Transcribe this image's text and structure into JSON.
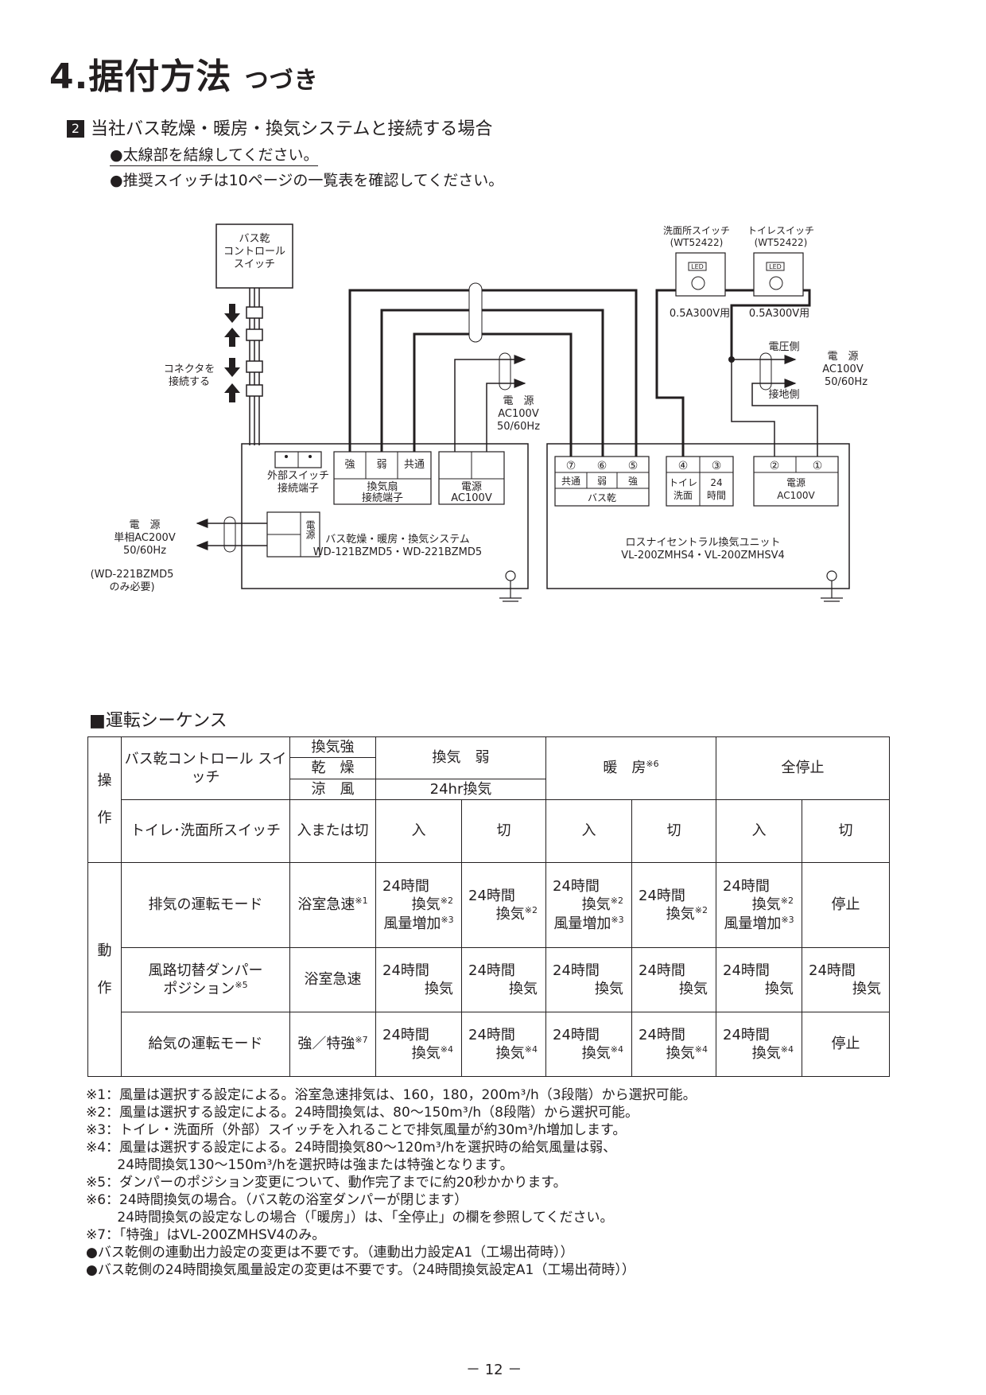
{
  "header": {
    "title": "4.据付方法",
    "title_sub": "つづき"
  },
  "section": {
    "number": "2",
    "heading": "当社バス乾燥・暖房・換気システムと接続する場合",
    "note_bold": "●太線部を結線してください。",
    "note_switch": "●推奨スイッチは10ページの一覧表を確認してください。"
  },
  "diagram": {
    "ctrl_switch_1": "バス乾",
    "ctrl_switch_2": "コントロール",
    "ctrl_switch_3": "スイッチ",
    "connector_1": "コネクタを",
    "connector_2": "接続する",
    "sw_washroom_name": "洗面所スイッチ",
    "sw_washroom_model": "(WT52422)",
    "sw_toilet_name": "トイレスイッチ",
    "sw_toilet_model": "(WT52422)",
    "led": "LED",
    "sw_rating": "0.5A300V用",
    "live_side": "電圧側",
    "ground_side": "接地側",
    "power_label": "電　源",
    "power_ac100": "AC100V",
    "power_hz": "50/60Hz",
    "power_single_200": "単相AC200V",
    "power_200_note_1": "(WD-221BZMD5",
    "power_200_note_2": "のみ必要)",
    "ext_switch_1": "外部スイッチ",
    "ext_switch_2": "接続端子",
    "t_strong": "強",
    "t_weak": "弱",
    "t_common": "共通",
    "fan_terminal_1": "換気扇",
    "fan_terminal_2": "接続端子",
    "power_block": "電源",
    "power_block_v": "AC100V",
    "power_vertical": "電源",
    "bath_system_name": "バス乾燥・暖房・換気システム",
    "bath_system_model": "WD-121BZMD5・WD-221BZMD5",
    "n7": "⑦",
    "n6": "⑥",
    "n5": "⑤",
    "n4": "④",
    "n3": "③",
    "n2": "②",
    "n1": "①",
    "bath_group": "バス乾",
    "toilet_wash_1": "トイレ",
    "toilet_wash_2": "洗面",
    "h24_1": "24",
    "h24_2": "時間",
    "unit_name": "ロスナイセントラル換気ユニット",
    "unit_model": "VL-200ZMHS4・VL-200ZMHSV4"
  },
  "sequence": {
    "title": "■運転シーケンス",
    "op_label_1": "操",
    "op_label_2": "作",
    "act_label_1": "動",
    "act_label_2": "作",
    "ctrl_switch": "バス乾コントロール スイッチ",
    "mode_strong": "換気強",
    "mode_dry": "乾　燥",
    "mode_cool": "涼　風",
    "mode_weak": "換気　弱",
    "mode_24h": "24hr換気",
    "mode_heat": "暖　房",
    "mode_heat_note": "※6",
    "mode_all_stop": "全停止",
    "toilet_switch": "トイレ･洗面所スイッチ",
    "on_or_off": "入または切",
    "on": "入",
    "off": "切",
    "exhaust_mode": "排気の運転モード",
    "damper_1": "風路切替ダンパー",
    "damper_2": "ポジション",
    "damper_note": "※5",
    "supply_mode": "給気の運転モード",
    "bath_rapid": "浴室急速",
    "note1": "※1",
    "h24": "24時間",
    "vent": "換気",
    "note2": "※2",
    "note3": "※3",
    "note4": "※4",
    "note7": "※7",
    "airflow_up": "風量増加",
    "stop": "停止",
    "strong_extra": "強／特強"
  },
  "footnotes": [
    "※1：風量は選択する設定による。浴室急速排気は、160，180，200m³/h（3段階）から選択可能。",
    "※2：風量は選択する設定による。24時間換気は、80～150m³/h（8段階）から選択可能。",
    "※3：トイレ・洗面所（外部）スイッチを入れることで排気風量が約30m³/h増加します。",
    "※4：風量は選択する設定による。24時間換気80～120m³/hを選択時の給気風量は弱、",
    "　　 24時間換気130～150m³/hを選択時は強または特強となります。",
    "※5：ダンパーのポジション変更について、動作完了までに約20秒かかります。",
    "※6：24時間換気の場合。（バス乾の浴室ダンパーが閉じます）",
    "　　 24時間換気の設定なしの場合（「暖房」）は、「全停止」の欄を参照してください。",
    "※7：「特強」はVL-200ZMHSV4のみ。",
    "●バス乾側の連動出力設定の変更は不要です。（連動出力設定A1（工場出荷時））",
    "●バス乾側の24時間換気風量設定の変更は不要です。（24時間換気設定A1（工場出荷時））"
  ],
  "page_number": "－ 12 －"
}
